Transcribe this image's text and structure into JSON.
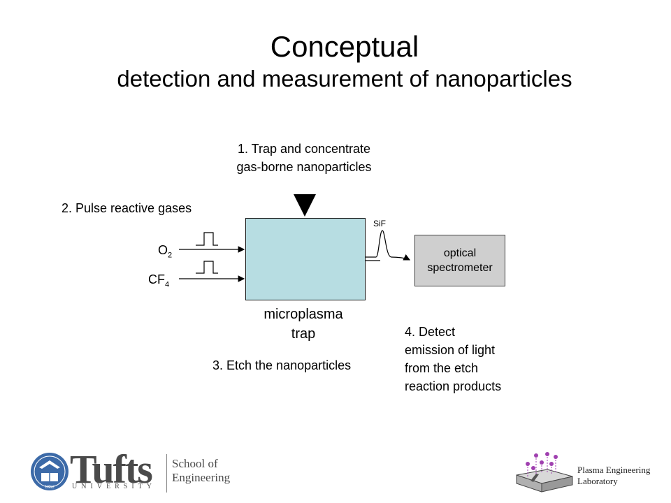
{
  "title": "Conceptual",
  "subtitle": "detection and measurement of nanoparticles",
  "steps": {
    "step1_line1": "1. Trap and concentrate",
    "step1_line2": "gas-borne nanoparticles",
    "step2": "2. Pulse reactive gases",
    "step3": "3. Etch the nanoparticles",
    "step4_line1": "4. Detect",
    "step4_line2": "emission of light",
    "step4_line3": "from the etch",
    "step4_line4": "reaction products"
  },
  "gases": {
    "o2_base": "O",
    "o2_sub": "2",
    "cf4_base": "CF",
    "cf4_sub": "4"
  },
  "trap": {
    "line1": "microplasma",
    "line2": "trap"
  },
  "spectrometer": {
    "line1": "optical",
    "line2": "spectrometer"
  },
  "signal_label": "SiF",
  "logos": {
    "tufts_word": "Tufts",
    "tufts_university": "UNIVERSITY",
    "tufts_year": "1852",
    "school_line1": "School of",
    "school_line2": "Engineering",
    "pel_line1": "Plasma Engineering",
    "pel_line2": "Laboratory"
  },
  "colors": {
    "trap_fill": "#b7dde2",
    "spectrometer_fill": "#cfcfcf",
    "particle": "#e02020",
    "tufts_blue": "#3c6aa8",
    "pel_particle": "#a040b0"
  }
}
